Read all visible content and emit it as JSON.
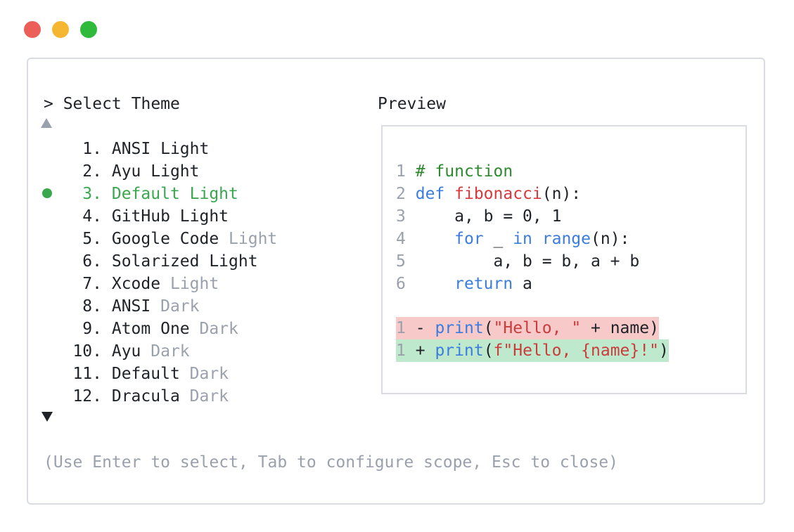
{
  "window": {
    "traffic_lights": [
      {
        "name": "close",
        "color": "#ec5f58"
      },
      {
        "name": "minimize",
        "color": "#f5b731"
      },
      {
        "name": "maximize",
        "color": "#2fba3b"
      }
    ]
  },
  "theme_picker": {
    "title": "> Select Theme",
    "scroll_up_icon": "triangle-up",
    "scroll_down_icon": "triangle-down",
    "selected_index": 2,
    "selected_color": "#3aa74f",
    "items": [
      {
        "num": "1.",
        "name": "ANSI Light",
        "suffix": ""
      },
      {
        "num": "2.",
        "name": "Ayu Light",
        "suffix": ""
      },
      {
        "num": "3.",
        "name": "Default Light",
        "suffix": ""
      },
      {
        "num": "4.",
        "name": "GitHub Light",
        "suffix": ""
      },
      {
        "num": "5.",
        "name": "Google Code ",
        "suffix": "Light"
      },
      {
        "num": "6.",
        "name": "Solarized Light",
        "suffix": ""
      },
      {
        "num": "7.",
        "name": "Xcode ",
        "suffix": "Light"
      },
      {
        "num": "8.",
        "name": "ANSI ",
        "suffix": "Dark"
      },
      {
        "num": "9.",
        "name": "Atom One ",
        "suffix": "Dark"
      },
      {
        "num": "10.",
        "name": "Ayu ",
        "suffix": "Dark"
      },
      {
        "num": "11.",
        "name": "Default ",
        "suffix": "Dark"
      },
      {
        "num": "12.",
        "name": "Dracula ",
        "suffix": "Dark"
      }
    ]
  },
  "preview": {
    "title": "Preview",
    "code": {
      "line1": {
        "n": "1",
        "comment": "# function"
      },
      "line2": {
        "n": "2",
        "kw": "def",
        "fn": "fibonacci",
        "rest": "(n):"
      },
      "line3": {
        "n": "3",
        "text": "    a, b = 0, 1"
      },
      "line4": {
        "n": "4",
        "indent": "    ",
        "kw1": "for",
        "mid": " _ ",
        "kw2": "in",
        "sp": " ",
        "fn": "range",
        "rest": "(n):"
      },
      "line5": {
        "n": "5",
        "text": "        a, b = b, a + b"
      },
      "line6": {
        "n": "6",
        "indent": "    ",
        "kw": "return",
        "rest": " a"
      },
      "diff_del": {
        "n": "1",
        "sign": "-",
        "fn": "print",
        "open": "(",
        "str": "\"Hello, \"",
        "rest": " + name)"
      },
      "diff_add": {
        "n": "1",
        "sign": "+",
        "fn": "print",
        "open": "(",
        "str": "f\"Hello, {name}!\"",
        "close": ")"
      }
    }
  },
  "footer": {
    "hint": "(Use Enter to select, Tab to configure scope, Esc to close)"
  }
}
